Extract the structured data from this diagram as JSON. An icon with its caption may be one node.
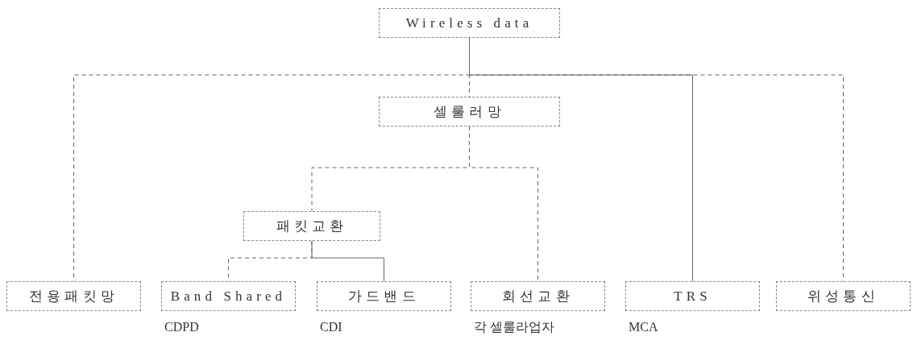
{
  "diagram": {
    "nodes": [
      {
        "text": [
          "Wireless data"
        ]
      },
      {
        "text": [
          "셀룰러망"
        ]
      },
      {
        "text": [
          "패킷교환"
        ]
      },
      {
        "text": [
          "전용패킷망"
        ]
      },
      {
        "text": [
          "Band Shared"
        ],
        "beside": [
          "CDPD"
        ]
      },
      {
        "text": [
          "가드밴드"
        ],
        "beside": [
          "CDI"
        ]
      },
      {
        "text": [
          "회선교환"
        ],
        "beside": [
          "각 셀룰라업자"
        ]
      },
      {
        "text": [
          "TRS"
        ],
        "beside": [
          "MCA"
        ]
      },
      {
        "text": [
          "위성통신"
        ]
      }
    ],
    "edges": [
      {
        "from": 0,
        "to": 1,
        "arrow": "none",
        "style": "dashed"
      },
      {
        "from": 0,
        "to": 3,
        "arrow": "none",
        "style": "dashed"
      },
      {
        "from": 0,
        "to": 7,
        "arrow": "none"
      },
      {
        "from": 0,
        "to": 8,
        "arrow": "none",
        "style": "dashed"
      },
      {
        "from": 1,
        "to": 2,
        "arrow": "none",
        "style": "dashed"
      },
      {
        "from": 1,
        "to": 6,
        "arrow": "none",
        "style": "dashed"
      },
      {
        "from": 2,
        "to": 4,
        "arrow": "none",
        "style": "dashed"
      },
      {
        "from": 2,
        "to": 5,
        "arrow": "none"
      }
    ]
  }
}
